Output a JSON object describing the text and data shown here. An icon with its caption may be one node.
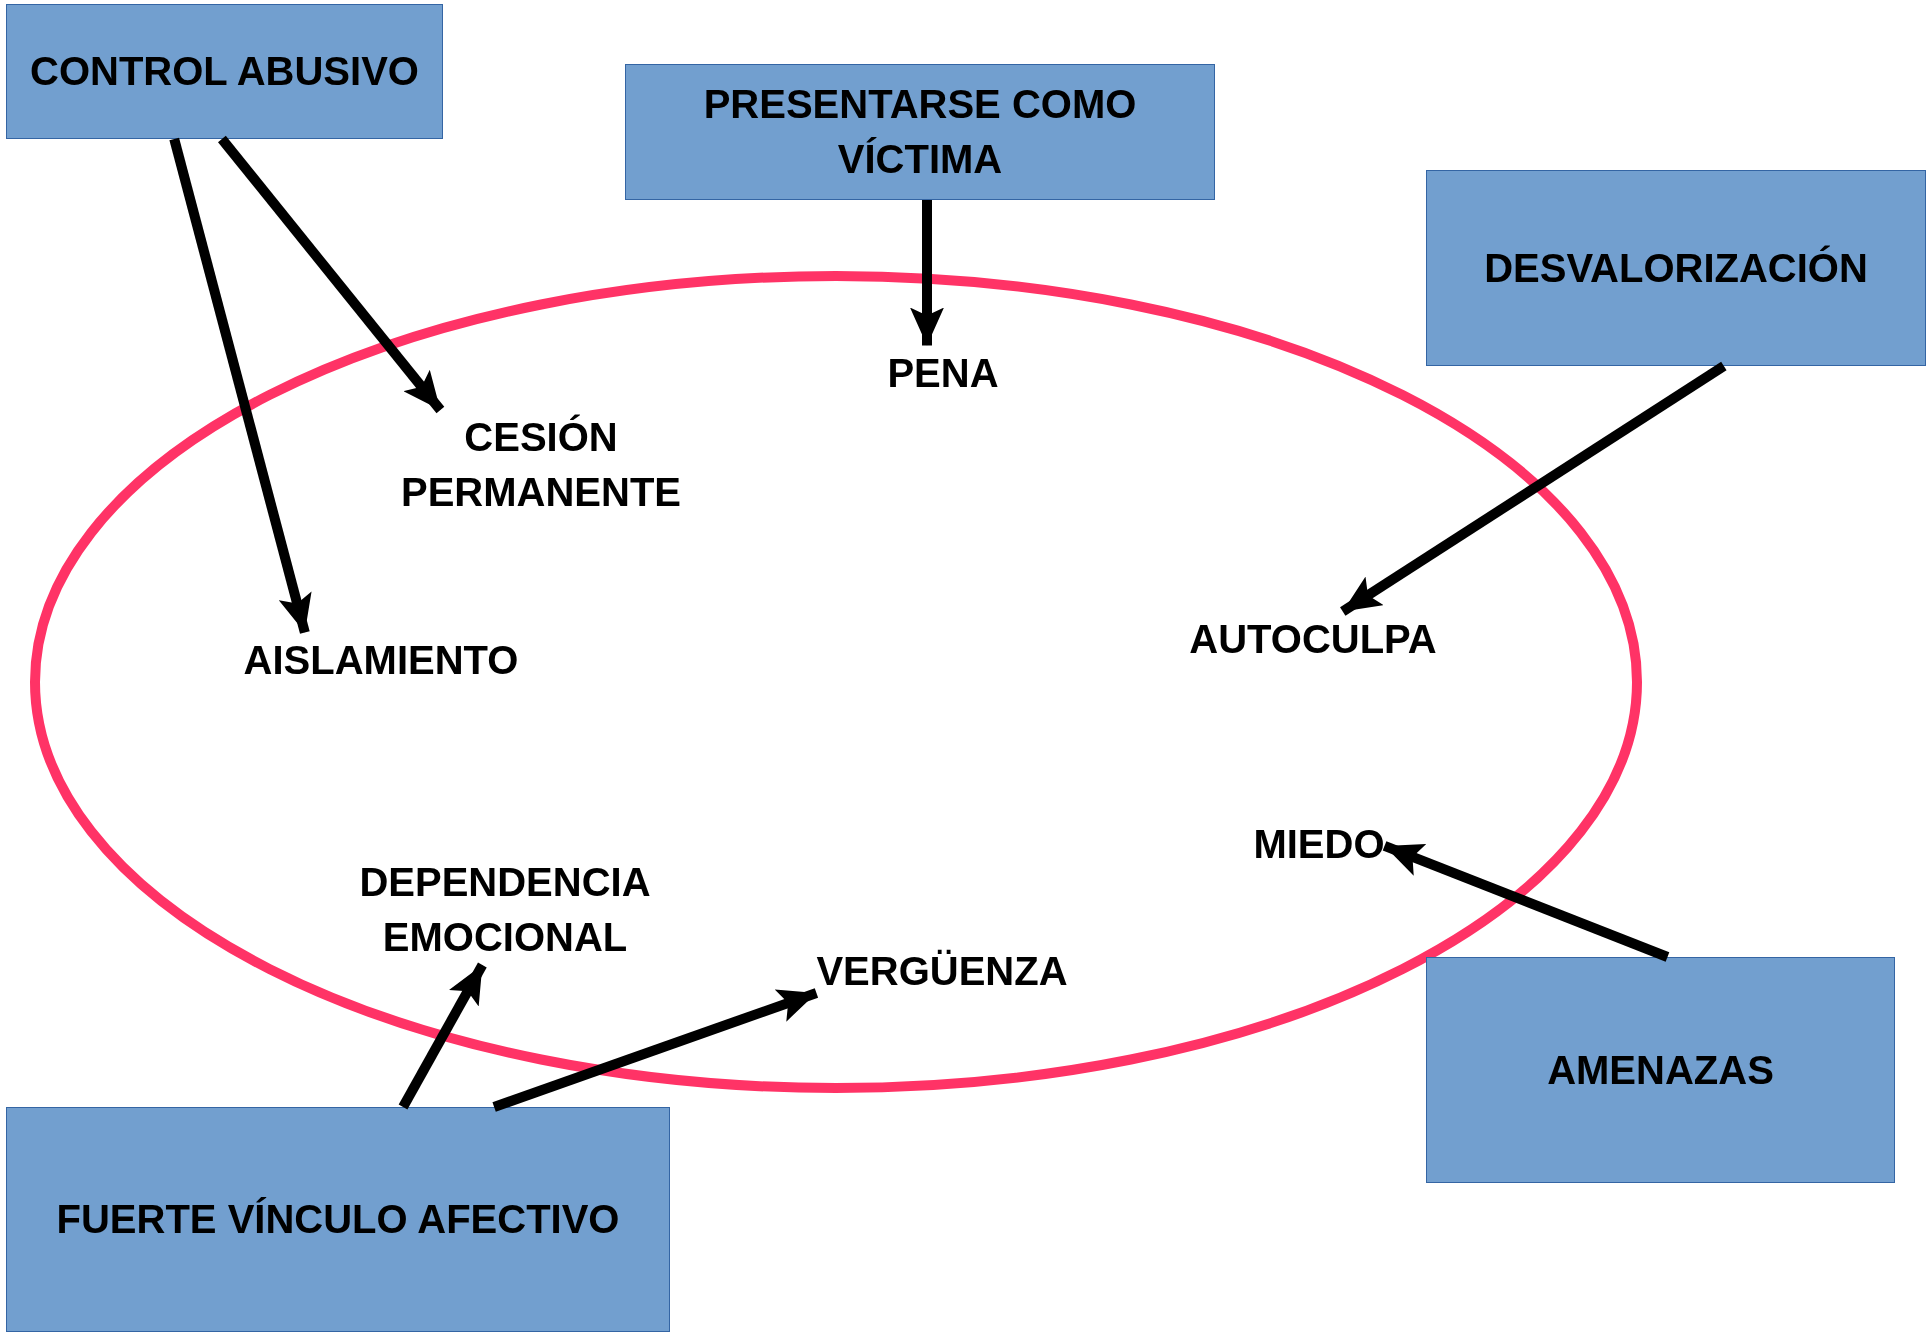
{
  "diagram": {
    "nodes": [
      {
        "text": [
          "CONTROL ABUSIVO"
        ]
      },
      {
        "text": [
          "PRESENTARSE COMO VÍCTIMA"
        ]
      },
      {
        "text": [
          "DESVALORIZACIÓN"
        ]
      },
      {
        "text": [
          "PENA"
        ]
      },
      {
        "text": [
          "CESIÓN PERMANENTE"
        ]
      },
      {
        "text": [
          "AISLAMIENTO"
        ]
      },
      {
        "text": [
          "AUTOCULPA"
        ]
      },
      {
        "text": [
          "MIEDO"
        ]
      },
      {
        "text": [
          "DEPENDENCIA EMOCIONAL"
        ]
      },
      {
        "text": [
          "VERGÜENZA"
        ]
      },
      {
        "text": [
          "AMENAZAS"
        ]
      },
      {
        "text": [
          "FUERTE VÍNCULO AFECTIVO"
        ]
      }
    ],
    "edges": [
      {
        "from": 0,
        "to": 4,
        "arrow": "to"
      },
      {
        "from": 0,
        "to": 5,
        "arrow": "to"
      },
      {
        "from": 1,
        "to": 3,
        "arrow": "to"
      },
      {
        "from": 2,
        "to": 6,
        "arrow": "to"
      },
      {
        "from": 10,
        "to": 7,
        "arrow": "to"
      },
      {
        "from": 11,
        "to": 8,
        "arrow": "to"
      },
      {
        "from": 11,
        "to": 9,
        "arrow": "to"
      }
    ]
  }
}
